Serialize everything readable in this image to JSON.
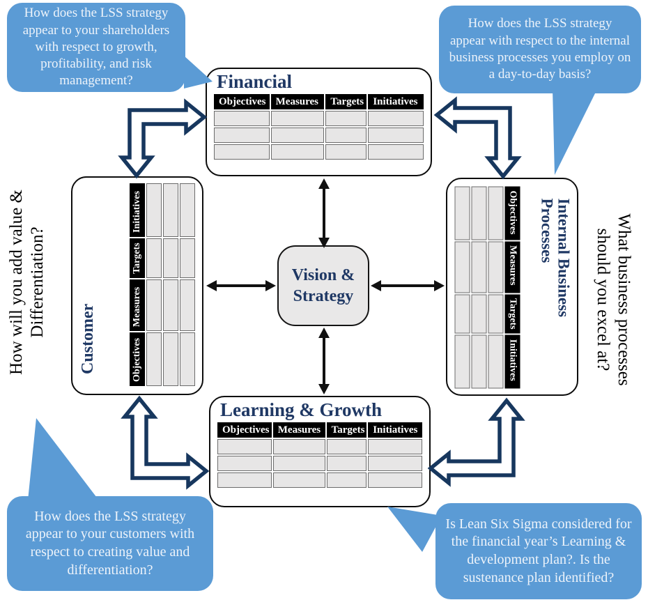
{
  "diagram": {
    "center": {
      "label": "Vision & Strategy"
    },
    "side_labels": {
      "left": "How will you add value & Differentiation?",
      "right": "What business processes should you excel at?"
    },
    "panels": {
      "financial": {
        "title": "Financial",
        "table": {
          "headers": [
            "Objectives",
            "Measures",
            "Targets",
            "Initiatives"
          ],
          "empty_rows": 3
        }
      },
      "customer": {
        "title": "Customer",
        "table": {
          "headers": [
            "Objectives",
            "Measures",
            "Targets",
            "Initiatives"
          ],
          "empty_rows": 3
        }
      },
      "internal": {
        "title": "Internal Business Processes",
        "table": {
          "headers": [
            "Objectives",
            "Measures",
            "Targets",
            "Initiatives"
          ],
          "empty_rows": 3
        }
      },
      "learning": {
        "title": "Learning & Growth",
        "table": {
          "headers": [
            "Objectives",
            "Measures",
            "Targets",
            "Initiatives"
          ],
          "empty_rows": 3
        }
      }
    },
    "bubbles": {
      "top_left": "How does the LSS strategy appear to your shareholders with respect to growth, profitability, and risk management?",
      "top_right": "How does the LSS strategy appear with respect to the internal business processes you employ on a day-to-day basis?",
      "bottom_left": "How does the LSS strategy appear to your customers with respect to creating value and differentiation?",
      "bottom_right": "Is Lean Six Sigma considered for the financial year’s Learning & development plan?. Is the sustenance plan identified?"
    },
    "colors": {
      "bubble_blue": "#5B9BD5",
      "navy": "#1F3864",
      "table_header_bg": "#000000",
      "table_cell_gray": "#E7E6E6",
      "vision_gray": "#E9E8E8"
    }
  }
}
